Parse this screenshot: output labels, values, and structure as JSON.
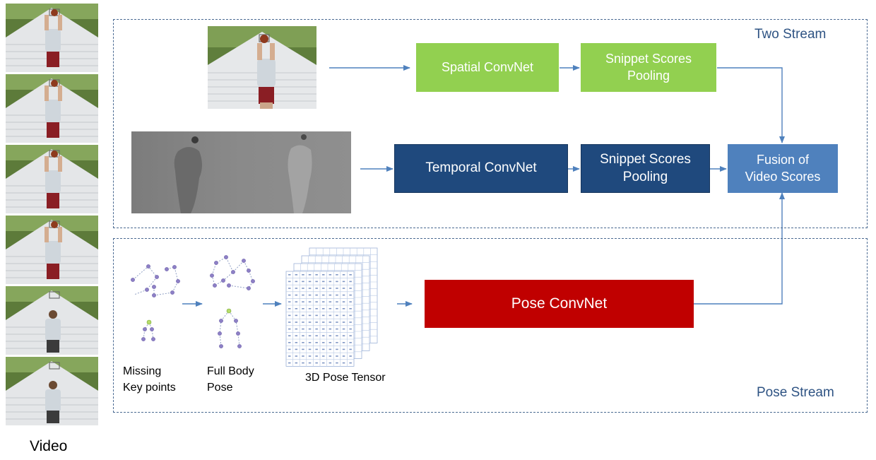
{
  "video": {
    "label": "Video",
    "frame_count": 6
  },
  "two_stream": {
    "label": "Two Stream",
    "spatial": "Spatial ConvNet",
    "spatial_pool": "Snippet Scores\nPooling",
    "temporal": "Temporal ConvNet",
    "temporal_pool": "Snippet Scores\nPooling",
    "fusion": "Fusion of\nVideo Scores"
  },
  "pose_stream": {
    "label": "Pose Stream",
    "missing_caption": "Missing\nKey points",
    "full_caption": "Full Body\nPose",
    "tensor_caption": "3D Pose Tensor",
    "pose_convnet": "Pose ConvNet"
  },
  "colors": {
    "green": "#92d050",
    "navy": "#1f497d",
    "steel": "#4f81bd",
    "red": "#c00000",
    "arrow": "#4f81bd",
    "dash": "#4a6a92"
  }
}
